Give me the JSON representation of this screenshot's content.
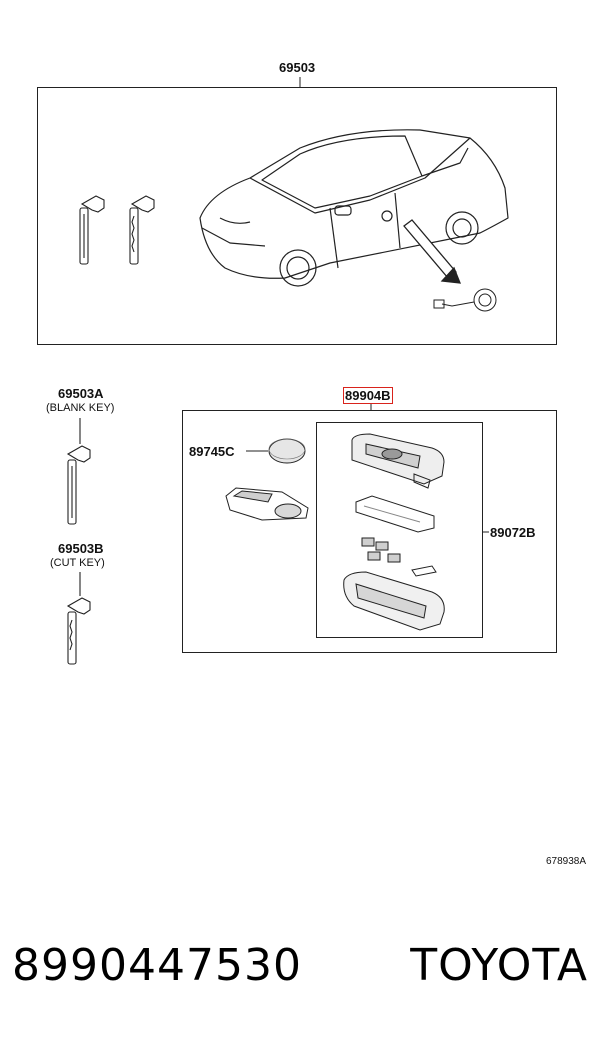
{
  "labels": {
    "assembly": "69503",
    "blank_key_part": "69503A",
    "blank_key_desc": "(BLANK KEY)",
    "cut_key_part": "69503B",
    "cut_key_desc": "(CUT KEY)",
    "transmitter_part": "89904B",
    "battery_part": "89745C",
    "case_part": "89072B",
    "illustration_ref": "678938A"
  },
  "footer": {
    "part_number": "8990447530",
    "brand": "TOYOTA"
  },
  "highlight_color": "#d9231c"
}
